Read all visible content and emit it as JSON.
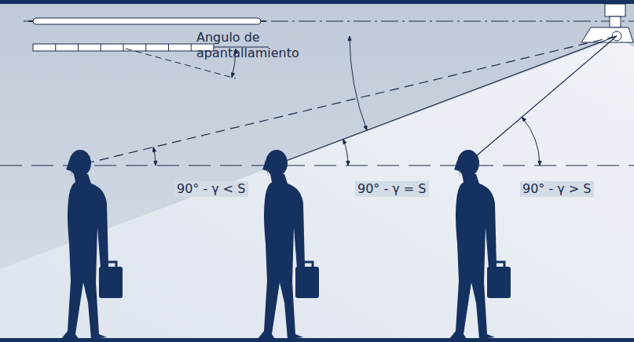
{
  "diagram": {
    "labels": [
      "Angulo de apantallamiento",
      "90° - γ < S",
      "90° - γ = S",
      "90° - γ > S"
    ]
  }
}
